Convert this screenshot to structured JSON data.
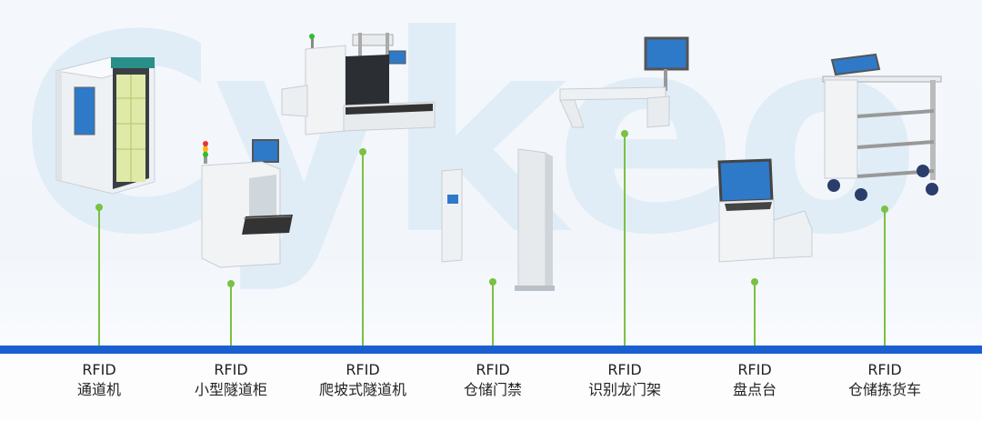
{
  "watermark": "Cykeo",
  "colors": {
    "baseline": "#1a5fd1",
    "stem": "#7ac143",
    "label_text": "#222222"
  },
  "products": [
    {
      "line1": "RFID",
      "line2": "通道机",
      "icon": "rfid-tunnel-machine"
    },
    {
      "line1": "RFID",
      "line2": "小型隧道柜",
      "icon": "small-tunnel-cabinet"
    },
    {
      "line1": "RFID",
      "line2": "爬坡式隧道机",
      "icon": "incline-tunnel-machine"
    },
    {
      "line1": "RFID",
      "line2": "仓储门禁",
      "icon": "warehouse-gate"
    },
    {
      "line1": "RFID",
      "line2": "识别龙门架",
      "icon": "gantry-reader"
    },
    {
      "line1": "RFID",
      "line2": "盘点台",
      "icon": "inventory-station"
    },
    {
      "line1": "RFID",
      "line2": "仓储拣货车",
      "icon": "picking-cart"
    }
  ]
}
